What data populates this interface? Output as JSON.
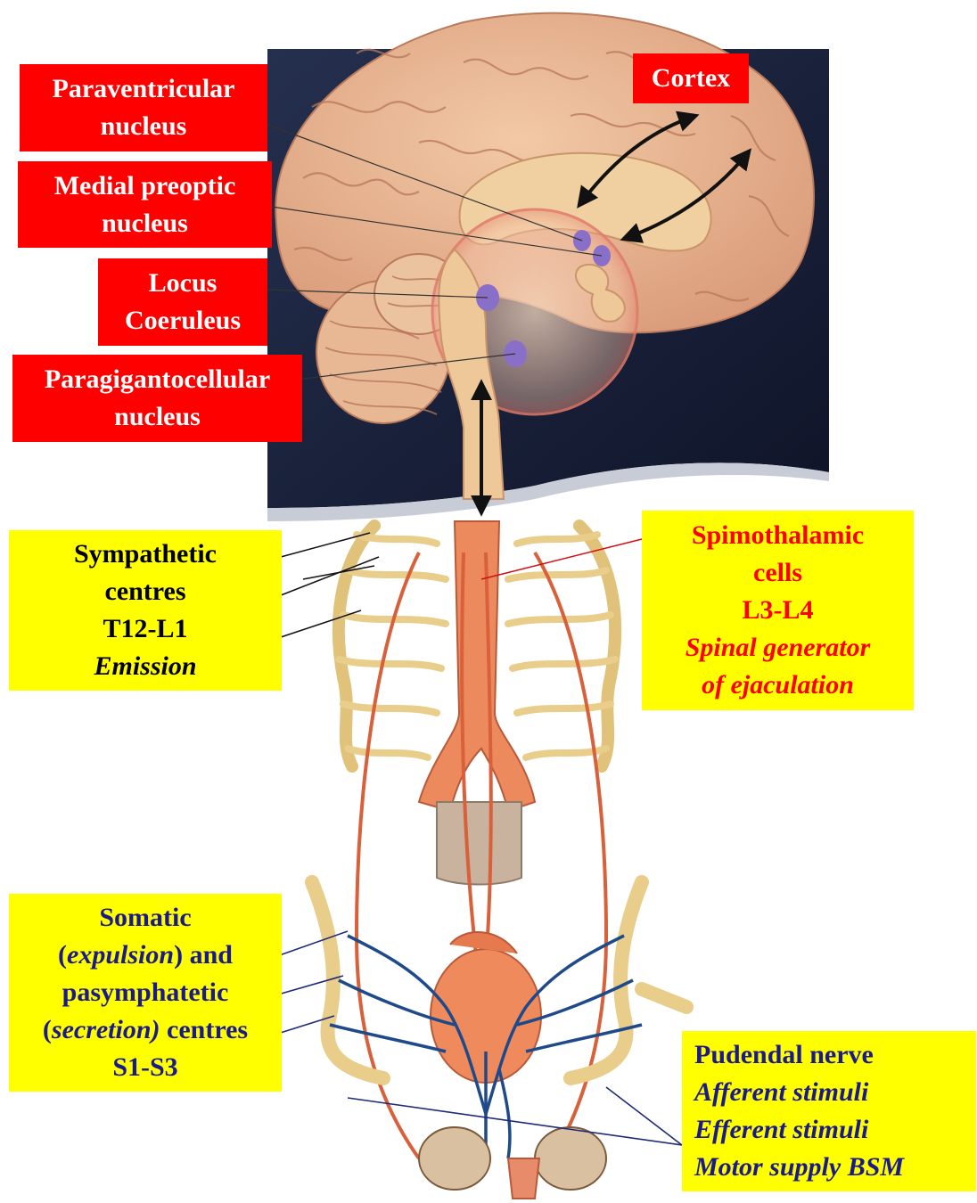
{
  "labels": {
    "paraventricular": [
      "Paraventricular",
      "nucleus"
    ],
    "medial_preoptic": [
      "Medial preoptic",
      "nucleus"
    ],
    "locus": [
      "Locus",
      "Coeruleus"
    ],
    "paragigantocellular": [
      "Paragigantocellular",
      "nucleus"
    ],
    "cortex": "Cortex",
    "sympathetic": {
      "line1": "Sympathetic",
      "line2": "centres",
      "line3": "T12-L1",
      "line4": "Emission"
    },
    "spinothalamic": {
      "line1": "Spimothalamic",
      "line2": "cells",
      "line3": "L3-L4",
      "line4": "Spinal generator",
      "line5": "of ejaculation"
    },
    "somatic": {
      "line1": "Somatic",
      "line2_paren_open": "(",
      "line2_italic": "expulsion",
      "line2_rest": ") and",
      "line3": "pasymphatetic",
      "line4_paren_open": "(",
      "line4_italic": "secretion)",
      "line4_rest": " centres",
      "line5": "S1-S3"
    },
    "pudendal": {
      "line1": "Pudendal nerve",
      "line2": "Afferent stimuli",
      "line3": "Efferent stimuli",
      "line4": "Motor supply BSM"
    }
  },
  "colors": {
    "red_box": "#ff0000",
    "yellow_box": "#ffff00",
    "brain": "#e8b48e",
    "background_dark": "#1b2540",
    "nerve": "#e8cf8a",
    "vessel": "#e0704a",
    "nucleus": "#8a6fc8",
    "vein": "#1f4a8a"
  }
}
